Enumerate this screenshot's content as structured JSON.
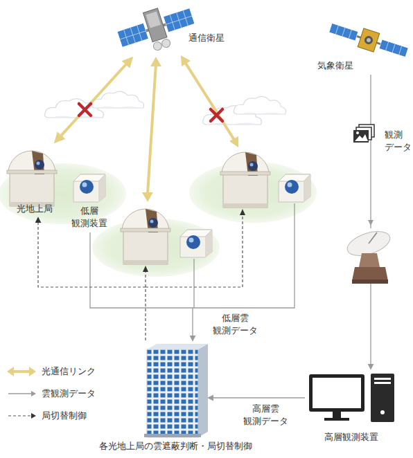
{
  "diagram": {
    "nodes": [
      {
        "text": [
          "通信衛星"
        ]
      },
      {
        "text": [
          "気象衛星"
        ]
      },
      {
        "text": [
          "光地上局"
        ]
      },
      {
        "text": [
          "低層 観測装置"
        ]
      },
      {
        "text": [
          "高層観測装置"
        ]
      },
      {
        "text": [
          "各光地上局の雲遮蔽判断・局切替制御"
        ]
      }
    ],
    "edges": [
      {
        "from": 0,
        "to": 2,
        "arrow": "both"
      },
      {
        "from": 1,
        "to": 4,
        "label": "観測 データ",
        "arrow": "to"
      },
      {
        "from": 4,
        "to": 5,
        "label": "高層雲 観測データ",
        "arrow": "to"
      },
      {
        "from": 3,
        "to": 5,
        "label": "低層雲 観測データ",
        "arrow": "to"
      },
      {
        "from": 5,
        "to": 2,
        "arrow": "to"
      }
    ],
    "legend": [
      {
        "text": "光通信リンク"
      },
      {
        "text": "雲観測データ"
      },
      {
        "text": "局切替制御"
      }
    ]
  }
}
